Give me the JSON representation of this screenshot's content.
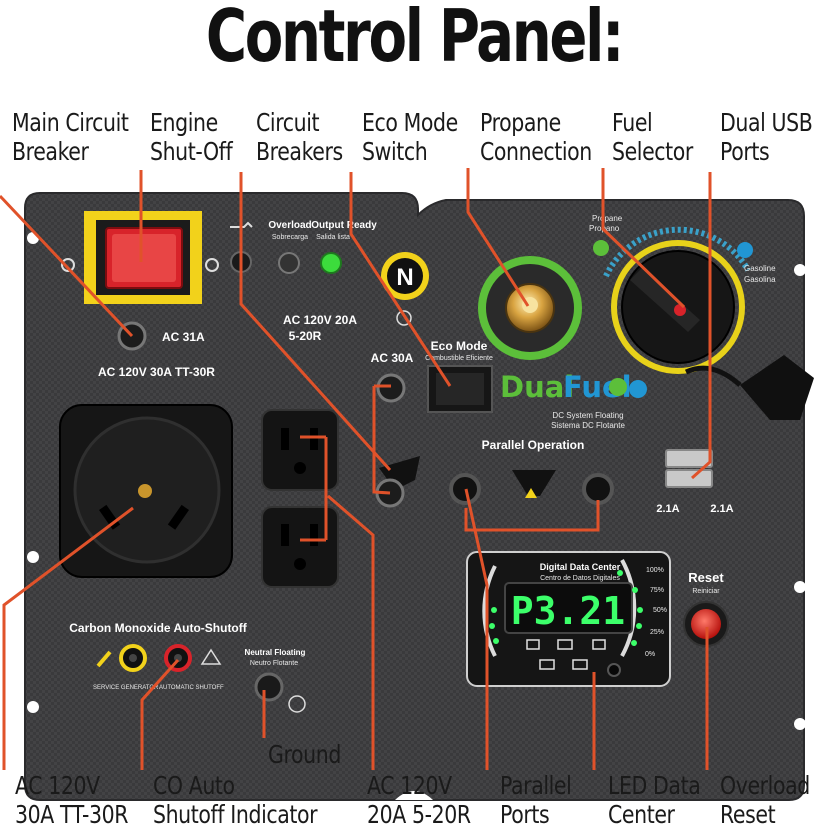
{
  "title": "Control Panel:",
  "callouts": {
    "main_circuit_breaker": "Main Circuit\nBreaker",
    "engine_shutoff": "Engine\nShut-Off",
    "circuit_breakers": "Circuit\nBreakers",
    "eco_mode_switch": "Eco Mode\nSwitch",
    "propane_connection": "Propane\nConnection",
    "fuel_selector": "Fuel\nSelector",
    "dual_usb_ports": "Dual USB\nPorts",
    "ground": "Ground",
    "ac120v_30a": "AC 120V\n30A TT-30R",
    "co_auto_shutoff": "CO Auto\nShutoff Indicator",
    "ac120v_20a": "AC 120V\n20A 5-20R",
    "parallel_ports": "Parallel\nPorts",
    "led_data_center": "LED Data\nCenter",
    "overload_reset": "Overload\nReset"
  },
  "panel": {
    "ac31a": "AC 31A",
    "ac120v_30a_tt30r": "AC 120V 30A TT-30R",
    "overload": "Overload",
    "sobrecarga": "Sobrecarga",
    "output_ready": "Output Ready",
    "salida_lista": "Salida lista",
    "ac120v_20a": "AC 120V 20A",
    "r520": "5-20R",
    "ac30a": "AC 30A",
    "eco_mode": "Eco Mode",
    "combustible_eficiente": "Combustible Eficiente",
    "propane": "Propane",
    "propano": "Propano",
    "gasoline": "Gasoline",
    "gasolina": "Gasolina",
    "dual": "Dual",
    "fuel": "Fuel",
    "dc_floating": "DC System Floating",
    "dc_flotante": "Sistema DC Flotante",
    "parallel_operation": "Parallel Operation",
    "usb_left": "2.1A",
    "usb_right": "2.1A",
    "digital_data_center": "Digital Data Center",
    "centro_datos": "Centro de Datos Digitales",
    "display_value": "P3.21",
    "reset": "Reset",
    "reiniciar": "Reiniciar",
    "co_shutoff": "Carbon Monoxide Auto-Shutoff",
    "service_generator": "SERVICE GENERATOR",
    "automatic_shutoff": "AUTOMATIC SHUTOFF",
    "neutral_floating": "Neutral Floating",
    "neutro_flotante": "Neutro Flotante",
    "gauge_100": "100%",
    "gauge_75": "75%",
    "gauge_50": "50%",
    "gauge_25": "25%",
    "gauge_0": "0%"
  },
  "colors": {
    "accent_orange": "#e0522a",
    "panel_dark": "#3a3a3c",
    "eco_green": "#5cbf3a",
    "fuel_blue": "#2196d3",
    "switch_red": "#d8232a",
    "yellow_frame": "#f2d21b",
    "display_green": "#3cff6a"
  }
}
